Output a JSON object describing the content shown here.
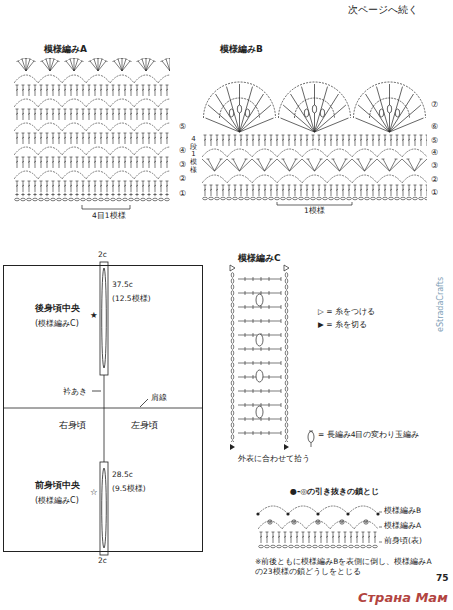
{
  "diagram": {
    "nodes": [
      {
        "text": [
          "37.5c",
          "(12.5模様)",
          "後身頃中央",
          "★",
          "(模様編みC)",
          "衿あき",
          "肩線",
          "右身頃",
          "左身頃",
          "28.5c",
          "(9.5模様)",
          "前身頃中央",
          "☆",
          "(模様編みC)"
        ]
      }
    ],
    "labels": [
      "次ページへ続く",
      "模様編みA",
      "⑤",
      "④",
      "4段1模様",
      "③",
      "②",
      "①",
      "4目1模様",
      "模様編みB",
      "⑦",
      "⑥",
      "⑤",
      "④",
      "③",
      "②",
      "①",
      "1模様",
      "2c",
      "2c",
      "模様編みC",
      "▷ = 糸をつける",
      "▶ = 糸を切る",
      "= 長編み4目の変わり玉編み",
      "外表に合わせて拾う",
      "eStradaCrafts",
      "●-◎の引き抜きの鎖とじ",
      "模様編みB",
      "模様編みA",
      "前身頃(表)",
      "※前後ともに模様編みBを表側に倒し、模様編みA の23模様の鎖どうしをとじる",
      "75",
      "Страна Мам"
    ]
  }
}
